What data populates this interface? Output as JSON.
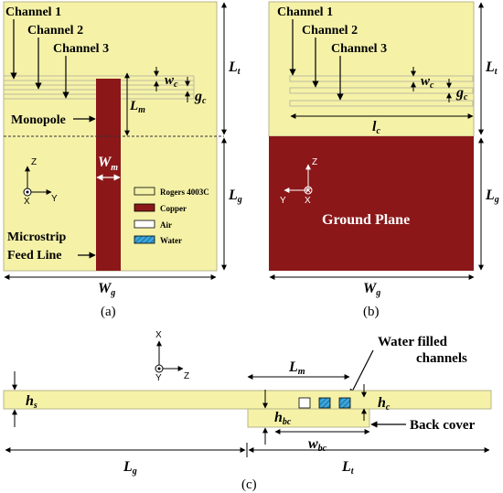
{
  "panel_a": {
    "channel_labels": [
      "Channel 1",
      "Channel 2",
      "Channel 3"
    ],
    "monopole_label": "Monopole",
    "feed_line_1": "Microstrip",
    "feed_line_2": "Feed Line",
    "dims": {
      "Lt": "L",
      "Lt_sub": "t",
      "Lm": "L",
      "Lm_sub": "m",
      "Lg": "L",
      "Lg_sub": "g",
      "Wg": "W",
      "Wg_sub": "g",
      "Wm": "W",
      "Wm_sub": "m",
      "wc": "w",
      "wc_sub": "c",
      "gc": "g",
      "gc_sub": "c"
    },
    "axes": {
      "z": "Z",
      "x": "X",
      "y": "Y"
    },
    "legend": [
      {
        "label": "Rogers 4003C",
        "color": "#f5f2a8"
      },
      {
        "label": "Copper",
        "color": "#8b1719"
      },
      {
        "label": "Air",
        "color": "#ffffff"
      },
      {
        "label": "Water",
        "color": "#3aa5dc"
      }
    ],
    "caption": "(a)"
  },
  "panel_b": {
    "channel_labels": [
      "Channel 1",
      "Channel 2",
      "Channel 3"
    ],
    "ground_label": "Ground Plane",
    "dims": {
      "Lt": "L",
      "Lt_sub": "t",
      "Lg": "L",
      "Lg_sub": "g",
      "Wg": "W",
      "Wg_sub": "g",
      "lc": "l",
      "lc_sub": "c",
      "wc": "w",
      "wc_sub": "c",
      "gc": "g",
      "gc_sub": "c"
    },
    "axes": {
      "z": "Z",
      "x": "X",
      "y": "Y"
    },
    "caption": "(b)"
  },
  "panel_c": {
    "water_label_1": "Water filled",
    "water_label_2": "channels",
    "back_cover_label": "Back cover",
    "dims": {
      "Lm": "L",
      "Lm_sub": "m",
      "hs": "h",
      "hs_sub": "s",
      "hbc": "h",
      "hbc_sub": "bc",
      "hc": "h",
      "hc_sub": "c",
      "wbc": "w",
      "wbc_sub": "bc",
      "Lg": "L",
      "Lg_sub": "g",
      "Lt": "L",
      "Lt_sub": "t"
    },
    "axes": {
      "x": "X",
      "y": "Y",
      "z": "Z"
    },
    "caption": "(c)"
  },
  "colors": {
    "substrate": "#f5f2a8",
    "copper": "#8b1719",
    "water": "#3aa5dc",
    "outline": "#9a9a7a"
  }
}
